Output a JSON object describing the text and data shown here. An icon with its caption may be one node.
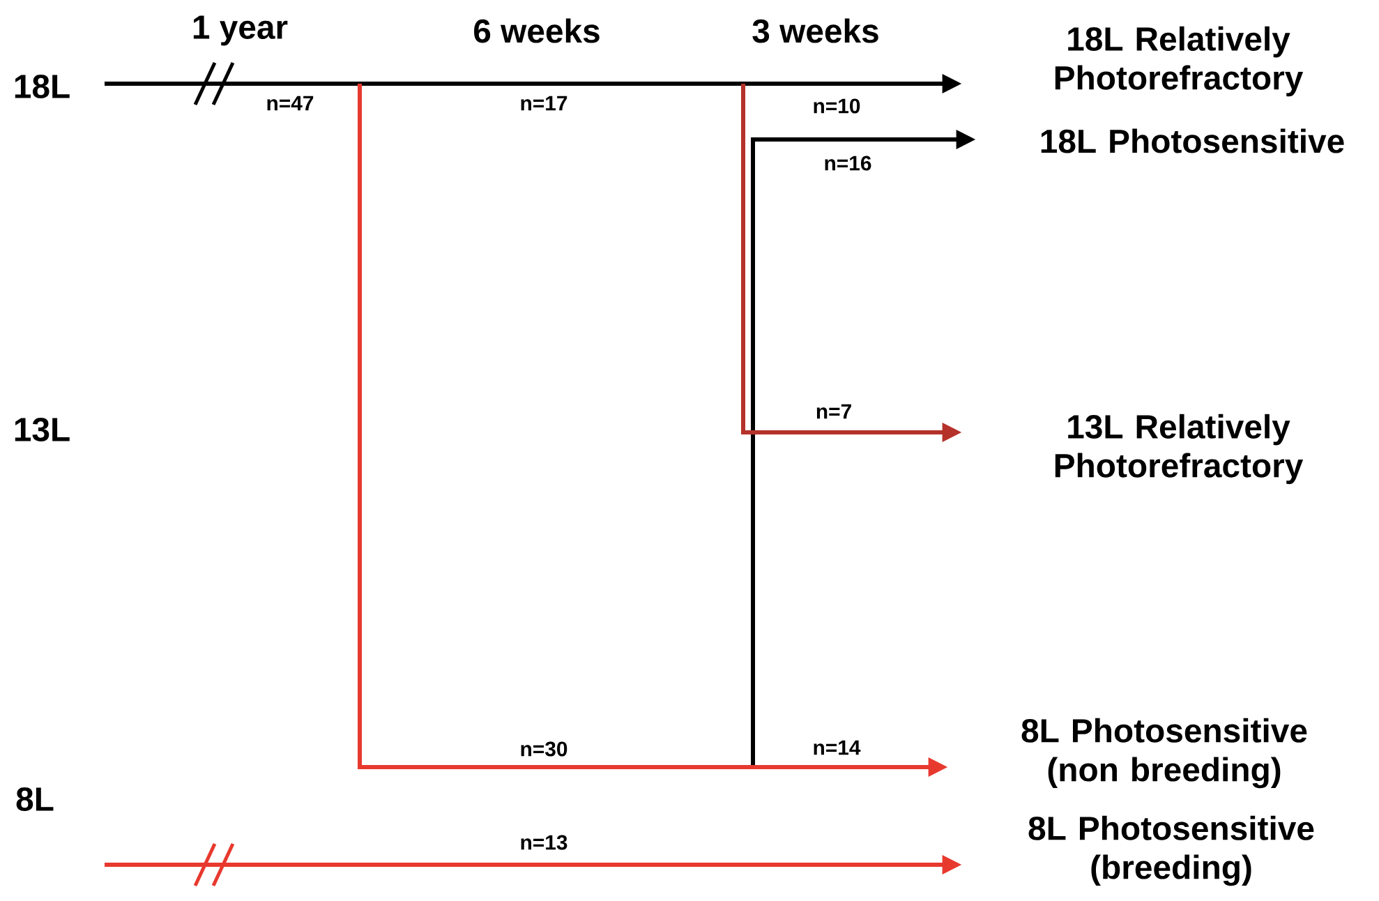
{
  "diagram": {
    "nodes": [
      {
        "text": [
          "18L Relatively Photorefractory"
        ]
      },
      {
        "text": [
          "18L Photosensitive"
        ]
      },
      {
        "text": [
          "13L Relatively Photorefractory"
        ]
      },
      {
        "text": [
          "8L Photosensitive (non breeding)"
        ]
      },
      {
        "text": [
          "8L Photosensitive (breeding)"
        ]
      }
    ],
    "edges": [
      {
        "from": null,
        "to": 0,
        "arrow": "to",
        "label": "n=10",
        "color": "#000000"
      },
      {
        "from": null,
        "to": 1,
        "arrow": "to",
        "label": "n=16",
        "color": "#000000"
      },
      {
        "from": null,
        "to": 2,
        "arrow": "to",
        "label": "n=7",
        "color": "#b5322a"
      },
      {
        "from": null,
        "to": 3,
        "arrow": "to",
        "label": "n=14",
        "color": "#e8392f"
      },
      {
        "from": null,
        "to": 4,
        "arrow": "to",
        "label": "n=13",
        "color": "#e8392f"
      }
    ],
    "labels": [
      "1 year",
      "6 weeks",
      "3 weeks",
      "18L",
      "13L",
      "8L",
      "n=47",
      "n=17",
      "n=30"
    ]
  }
}
